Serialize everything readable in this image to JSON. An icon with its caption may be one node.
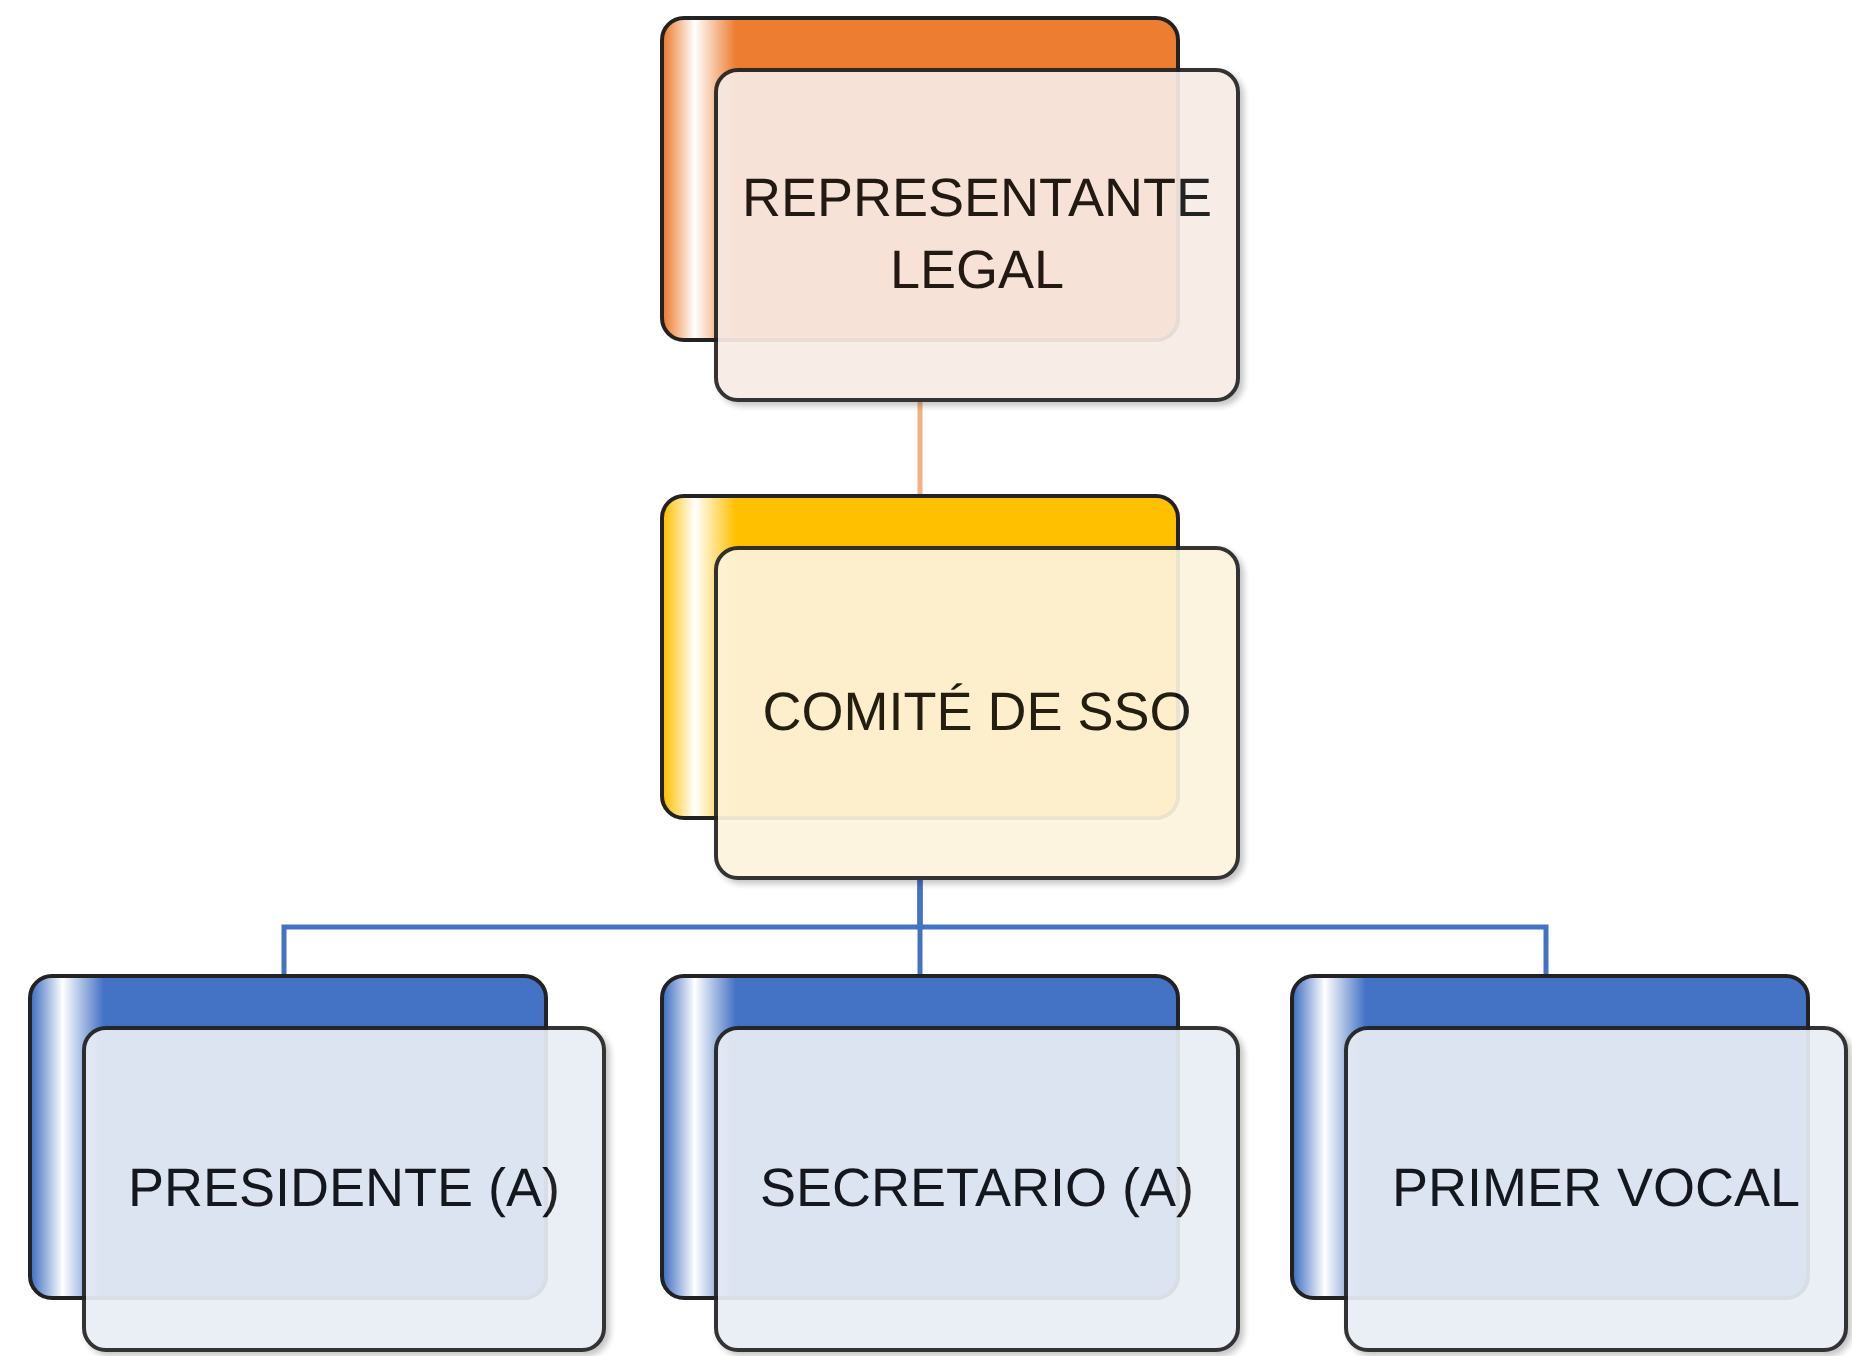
{
  "diagram": {
    "nodes": [
      {
        "text": [
          "REPRESENTANTE LEGAL"
        ]
      },
      {
        "text": [
          "COMITÉ DE SSO"
        ]
      },
      {
        "text": [
          "PRESIDENTE (A)"
        ]
      },
      {
        "text": [
          "SECRETARIO (A)"
        ]
      },
      {
        "text": [
          "PRIMER VOCAL"
        ]
      }
    ],
    "edges": [
      {
        "from": 0,
        "to": 1,
        "arrow": "none",
        "color": "#f4b183"
      },
      {
        "from": 1,
        "to": 2,
        "arrow": "none"
      },
      {
        "from": 1,
        "to": 3,
        "arrow": "none"
      },
      {
        "from": 1,
        "to": 4,
        "arrow": "none"
      }
    ]
  }
}
